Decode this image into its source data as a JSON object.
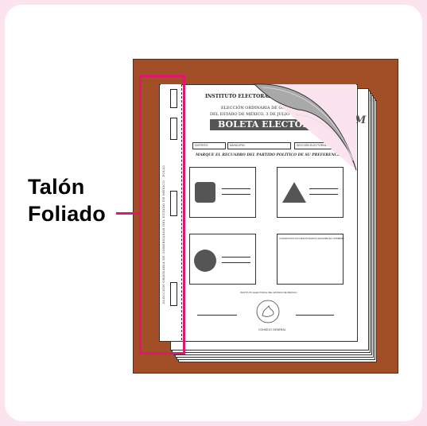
{
  "label": {
    "line1": "Talón",
    "line2": "Foliado"
  },
  "ballot": {
    "institute": "INSTITUTO ELECTORAL DEL ESTADO DE MÉXICO",
    "election_line1": "ELECCIÓN ORDINARIA DE GOBERNADOR",
    "election_line2": "DEL ESTADO DE MÉXICO, 3 DE JULIO DE 2011",
    "title": "BOLETA ELECTORAL",
    "logo": "IEEM",
    "fields": [
      "DISTRITO:",
      "MUNICIPIO:",
      "SECCIÓN ELECTORAL:"
    ],
    "instruction": "MARQUE EL RECUADRO DEL PARTIDO POLÍTICO DE SU PREFERENCIA",
    "write_in_label": "CANDIDATOS NO REGISTRADOS (ESCRIBA EL NOMBRE)",
    "seal_top": "INSTITUTO ELECTORAL DEL ESTADO DE MÉXICO",
    "seal_bottom": "CONSEJO GENERAL",
    "stub_text": "ELECCIÓN ORDINARIA DE GOBERNADOR DEL ESTADO DE MÉXICO · FOLIO"
  },
  "colors": {
    "highlight": "#e0176f",
    "board": "#a24f28",
    "page_bg": "#fbe4ee",
    "party_fill": "#555555"
  }
}
